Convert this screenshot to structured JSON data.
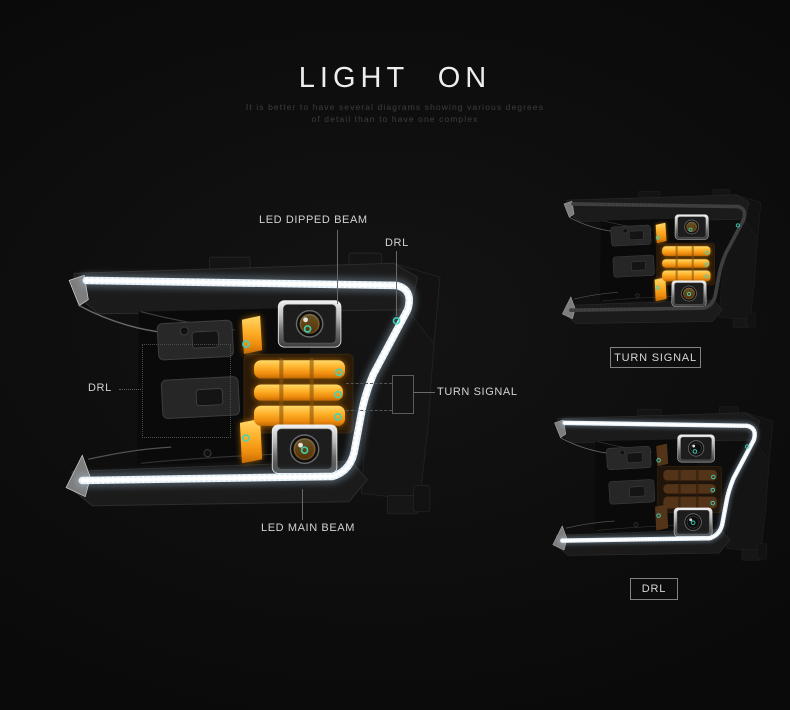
{
  "header": {
    "title": "LIGHT ON",
    "subtitle_line1": "It is better to have several diagrams showing various degrees",
    "subtitle_line2": "of detail than to have one complex"
  },
  "callouts": {
    "led_dipped_beam": "LED DIPPED BEAM",
    "drl_top": "DRL",
    "drl_left": "DRL",
    "turn_signal": "TURN SIGNAL",
    "led_main_beam": "LED MAIN BEAM"
  },
  "captions": {
    "turn_signal": "TURN SIGNAL",
    "drl": "DRL"
  },
  "headlights": [
    {
      "id": "main",
      "mode": "drl-and-turn-on",
      "description": "main headlight photo, DRL and turn signal lit"
    },
    {
      "id": "turn",
      "mode": "turn-signal-only",
      "description": "small photo, amber turn signal lit"
    },
    {
      "id": "drl",
      "mode": "drl-only",
      "description": "small photo, white DRL lit"
    }
  ],
  "colors": {
    "background": "#0d0d0d",
    "title_text": "#eeeeee",
    "subtitle_text": "#3e3e3e",
    "label_text": "#d2d2d2",
    "callout_line": "#6a6a6a",
    "drl_core": "#ffffff",
    "drl_glow": "#bfe3ff",
    "drl_off": "#3c3c3c",
    "amber_light": "#ffd96a",
    "amber": "#ffb12a",
    "amber_deep": "#c26a06",
    "amber_dim": "#543418",
    "teal_dot": "#3bd6bd",
    "housing": "#1b1b1b",
    "cavity": "#0a0a0a",
    "chrome_light": "#f2f2f2",
    "chrome_dark": "#3c3c3c"
  }
}
